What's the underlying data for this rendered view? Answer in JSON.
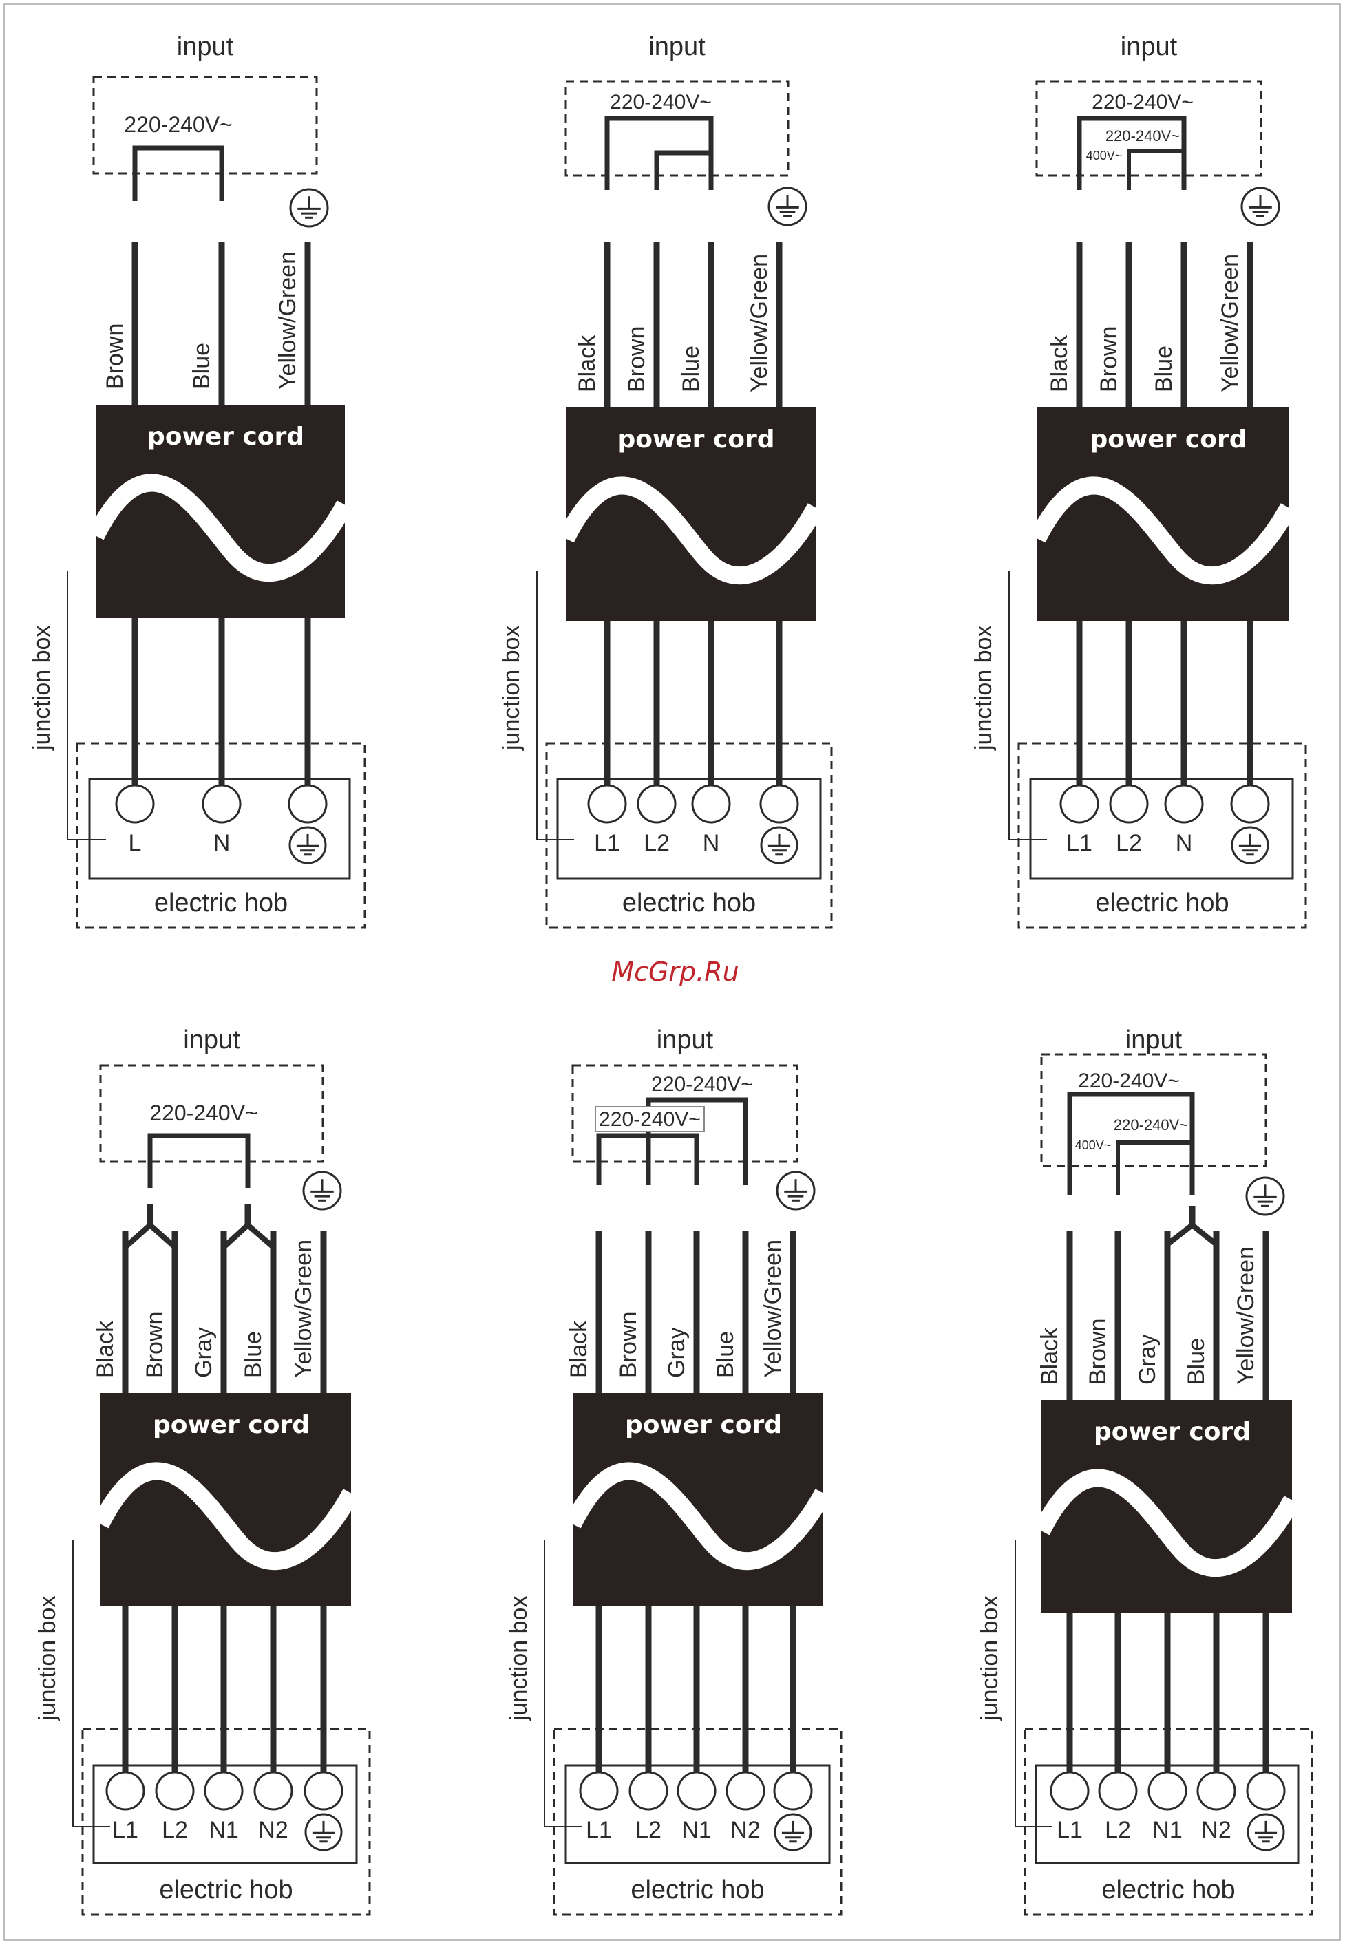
{
  "watermark": "McGrp.Ru",
  "colors": {
    "ink": "#2b2b2b",
    "cord_block": "#2a2220",
    "watermark": "#c0262c",
    "frame": "#bdbdbd"
  },
  "diagrams": [
    {
      "input_label": "input",
      "voltage_labels": [
        "220-240V~"
      ],
      "wire_labels": [
        "Brown",
        "Blue",
        "Yellow/Green"
      ],
      "cord_label": "power cord",
      "junction_label": "junction box",
      "terminal_labels": [
        "L",
        "N"
      ],
      "ground_icon": "ground-icon",
      "hob_label": "electric hob"
    },
    {
      "input_label": "input",
      "voltage_labels": [
        "220-240V~"
      ],
      "wire_labels": [
        "Black",
        "Brown",
        "Blue",
        "Yellow/Green"
      ],
      "cord_label": "power cord",
      "junction_label": "junction box",
      "terminal_labels": [
        "L1",
        "L2",
        "N"
      ],
      "ground_icon": "ground-icon",
      "hob_label": "electric hob"
    },
    {
      "input_label": "input",
      "voltage_labels": [
        "220-240V~",
        "220-240V~",
        "400V~"
      ],
      "wire_labels": [
        "Black",
        "Brown",
        "Blue",
        "Yellow/Green"
      ],
      "cord_label": "power cord",
      "junction_label": "junction box",
      "terminal_labels": [
        "L1",
        "L2",
        "N"
      ],
      "ground_icon": "ground-icon",
      "hob_label": "electric hob"
    },
    {
      "input_label": "input",
      "voltage_labels": [
        "220-240V~"
      ],
      "wire_labels": [
        "Black",
        "Brown",
        "Gray",
        "Blue",
        "Yellow/Green"
      ],
      "cord_label": "power cord",
      "junction_label": "junction box",
      "terminal_labels": [
        "L1",
        "L2",
        "N1",
        "N2"
      ],
      "ground_icon": "ground-icon",
      "hob_label": "electric hob"
    },
    {
      "input_label": "input",
      "voltage_labels": [
        "220-240V~",
        "220-240V~"
      ],
      "wire_labels": [
        "Black",
        "Brown",
        "Gray",
        "Blue",
        "Yellow/Green"
      ],
      "cord_label": "power cord",
      "junction_label": "junction box",
      "terminal_labels": [
        "L1",
        "L2",
        "N1",
        "N2"
      ],
      "ground_icon": "ground-icon",
      "hob_label": "electric hob"
    },
    {
      "input_label": "input",
      "voltage_labels": [
        "220-240V~",
        "220-240V~",
        "400V~"
      ],
      "wire_labels": [
        "Black",
        "Brown",
        "Gray",
        "Blue",
        "Yellow/Green"
      ],
      "cord_label": "power cord",
      "junction_label": "junction box",
      "terminal_labels": [
        "L1",
        "L2",
        "N1",
        "N2"
      ],
      "ground_icon": "ground-icon",
      "hob_label": "electric hob"
    }
  ]
}
